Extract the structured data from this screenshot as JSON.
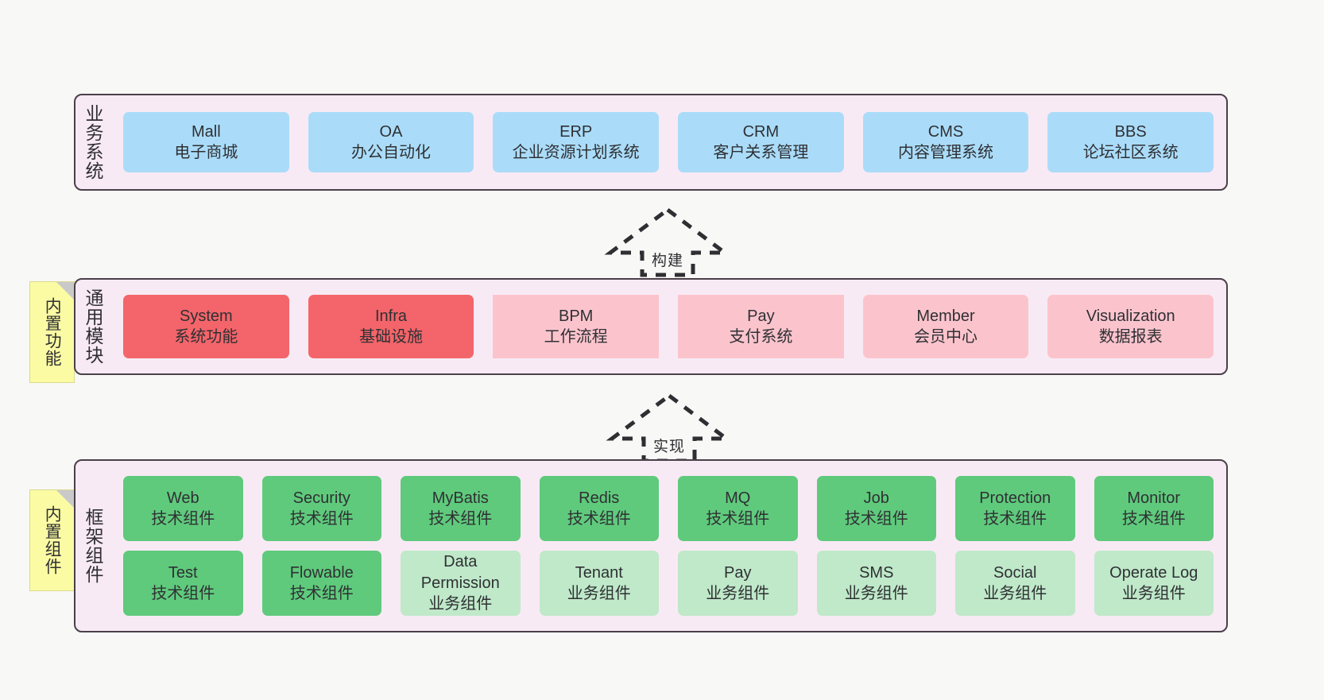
{
  "diagram": {
    "background_color": "#f8f8f6",
    "layer_fill": "#f8eaf4",
    "layer_border": "#4a4049",
    "colors": {
      "business_card": "#aadcf9",
      "core_module": "#f3656a",
      "module_card": "#fbc4cd",
      "tech_component": "#5fca7c",
      "business_component": "#bfe9c9",
      "note": "#fbfba4",
      "note_fold": "#c9c9c9"
    }
  },
  "layers": [
    {
      "id": "business",
      "title": "业务系统",
      "cards": [
        {
          "en": "Mall",
          "cn": "电子商城",
          "style": "blue"
        },
        {
          "en": "OA",
          "cn": "办公自动化",
          "style": "blue"
        },
        {
          "en": "ERP",
          "cn": "企业资源计划系统",
          "style": "blue"
        },
        {
          "en": "CRM",
          "cn": "客户关系管理",
          "style": "blue"
        },
        {
          "en": "CMS",
          "cn": "内容管理系统",
          "style": "blue"
        },
        {
          "en": "BBS",
          "cn": "论坛社区系统",
          "style": "blue"
        }
      ]
    },
    {
      "id": "common",
      "title": "通用模块",
      "note": "内置功能",
      "cards": [
        {
          "en": "System",
          "cn": "系统功能",
          "style": "red"
        },
        {
          "en": "Infra",
          "cn": "基础设施",
          "style": "red"
        },
        {
          "en": "BPM",
          "cn": "工作流程",
          "style": "pink-square"
        },
        {
          "en": "Pay",
          "cn": "支付系统",
          "style": "pink-square"
        },
        {
          "en": "Member",
          "cn": "会员中心",
          "style": "pink"
        },
        {
          "en": "Visualization",
          "cn": "数据报表",
          "style": "pink"
        }
      ]
    },
    {
      "id": "framework",
      "title": "框架组件",
      "note": "内置组件",
      "row_tech": [
        {
          "en": "Web",
          "cn": "技术组件",
          "style": "green"
        },
        {
          "en": "Security",
          "cn": "技术组件",
          "style": "green"
        },
        {
          "en": "MyBatis",
          "cn": "技术组件",
          "style": "green"
        },
        {
          "en": "Redis",
          "cn": "技术组件",
          "style": "green"
        },
        {
          "en": "MQ",
          "cn": "技术组件",
          "style": "green"
        },
        {
          "en": "Job",
          "cn": "技术组件",
          "style": "green"
        },
        {
          "en": "Protection",
          "cn": "技术组件",
          "style": "green"
        },
        {
          "en": "Monitor",
          "cn": "技术组件",
          "style": "green"
        }
      ],
      "row_business": [
        {
          "en": "Test",
          "cn": "技术组件",
          "style": "green"
        },
        {
          "en": "Flowable",
          "cn": "技术组件",
          "style": "green"
        },
        {
          "en": "Data Permission",
          "cn": "业务组件",
          "style": "lightgreen"
        },
        {
          "en": "Tenant",
          "cn": "业务组件",
          "style": "lightgreen"
        },
        {
          "en": "Pay",
          "cn": "业务组件",
          "style": "lightgreen"
        },
        {
          "en": "SMS",
          "cn": "业务组件",
          "style": "lightgreen"
        },
        {
          "en": "Social",
          "cn": "业务组件",
          "style": "lightgreen"
        },
        {
          "en": "Operate Log",
          "cn": "业务组件",
          "style": "lightgreen"
        }
      ]
    }
  ],
  "arrows": [
    {
      "id": "build",
      "label": "构建",
      "direction": "up",
      "style": "dashed-hollow"
    },
    {
      "id": "impl",
      "label": "实现",
      "direction": "up",
      "style": "dashed-hollow"
    }
  ]
}
